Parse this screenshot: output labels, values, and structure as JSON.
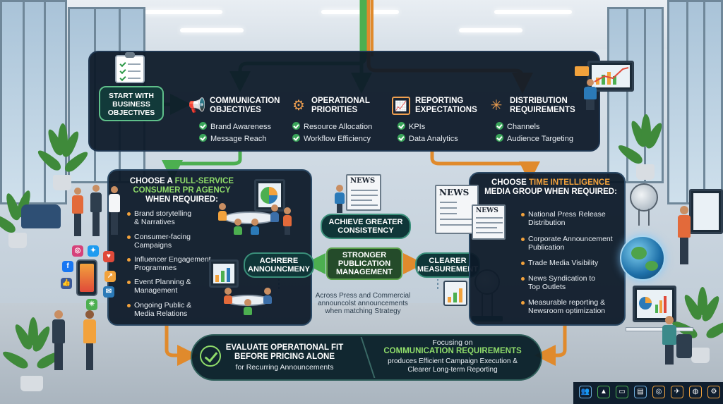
{
  "start": {
    "label_lines": [
      "START WITH",
      "BUSINESS",
      "OBJECTIVES"
    ]
  },
  "objectives": [
    {
      "title_lines": [
        "COMMUNICATION",
        "OBJECTIVES"
      ],
      "icon": "megaphone-icon",
      "items": [
        "Brand Awareness",
        "Message Reach"
      ]
    },
    {
      "title_lines": [
        "OPERATIONAL",
        "PRIORITIES"
      ],
      "icon": "gear-icon",
      "items": [
        "Resource Allocation",
        "Workflow Efficiency"
      ]
    },
    {
      "title_lines": [
        "REPORTING",
        "EXPECTATIONS"
      ],
      "icon": "chart-icon",
      "items": [
        "KPIs",
        "Data Analytics"
      ]
    },
    {
      "title_lines": [
        "DISTRIBUTION",
        "REQUIREMENTS"
      ],
      "icon": "network-icon",
      "items": [
        "Channels",
        "Audience Targeting"
      ]
    }
  ],
  "left_panel": {
    "title_prefix": "CHOOSE A",
    "title_highlight_1": "FULL-SERVICE",
    "title_highlight_2": "CONSUMER PR AGENCY",
    "title_suffix": "WHEN REQUIRED:",
    "items": [
      [
        "Brand storytelling",
        "& Narratives"
      ],
      [
        "Consumer-facing",
        "Campaigns"
      ],
      [
        "Influencer Engagement",
        "Programmes"
      ],
      [
        "Event Planning &",
        "Management"
      ],
      [
        "Ongoing Public &",
        "Media Relations"
      ]
    ]
  },
  "right_panel": {
    "title_prefix": "CHOOSE",
    "title_highlight": "TIME INTELLIGENCE",
    "title_line2": "MEDIA GROUP WHEN REQUIRED:",
    "items": [
      [
        "National Press Release",
        "Distribution"
      ],
      [
        "Corporate Announcement",
        "Publication"
      ],
      [
        "Trade Media Visibility"
      ],
      [
        "News Syndication to",
        "Top Outlets"
      ],
      [
        "Measurable reporting &",
        "Newsroom optimization"
      ]
    ]
  },
  "center": {
    "consistency_lines": [
      "ACHIEVE GREATER",
      "CONSISTENCY"
    ],
    "announce_lines": [
      "ACHRERE",
      "ANNOUNCMENY"
    ],
    "stronger_lines": [
      "STRONGER",
      "PUBLICATION",
      "MANAGEMENT"
    ],
    "measure_lines": [
      "CLEARER",
      "MEASUREMENT"
    ],
    "note_lines": [
      "Across Press and Commercial",
      "announcolst announcements",
      "when matching Strategy"
    ],
    "news_label": "NEWS"
  },
  "bottom": {
    "eval_lines": [
      "EVALUATE OPERATIONAL FIT",
      "BEFORE PRICING ALONE"
    ],
    "eval_sub": "for Recurring Announcements",
    "focus_pre": "Focusing on",
    "focus_title": "COMMUNICATION REQUIREMENTS",
    "focus_sub_lines": [
      "produces Efficient Campaign Execution &",
      "Clearer Long-term Reporting"
    ]
  },
  "illustration_labels": {
    "news_1": "NEWS",
    "news_2": "NEWS"
  },
  "colors": {
    "panel": "#0d1a28",
    "accent_green": "#8fdc6a",
    "accent_orange": "#f2a23c",
    "connector_green": "#4caf50",
    "connector_orange": "#e08a2c"
  }
}
